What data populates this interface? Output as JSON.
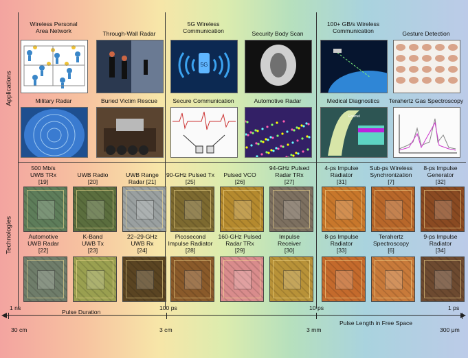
{
  "side_labels": {
    "applications": "Applications",
    "technologies": "Technologies"
  },
  "applications": {
    "row1": [
      {
        "id": "wpan",
        "text": "Wireless Personal\nArea Network",
        "bg": "#ffffff"
      },
      {
        "id": "through-wall",
        "text": "Through-Wall Radar",
        "bg": "#3b4d6b"
      },
      {
        "id": "5g",
        "text": "5G Wireless\nCommunication",
        "bg": "#0e2c55"
      },
      {
        "id": "body-scan",
        "text": "Security Body Scan",
        "bg": "#8a8a8a"
      },
      {
        "id": "wireless-100g",
        "text": "100+ GB/s Wireless\nCommunication",
        "bg": "#0b1f45"
      },
      {
        "id": "gesture",
        "text": "Gesture Detection",
        "bg": "#f4f1ec"
      }
    ],
    "row2": [
      {
        "id": "military",
        "text": "Military Radar",
        "bg": "#2e6ab1"
      },
      {
        "id": "victim",
        "text": "Buried Victim Rescue",
        "bg": "#6b5038"
      },
      {
        "id": "secure",
        "text": "Secure Communication",
        "bg": "#f7f7f7"
      },
      {
        "id": "automotive",
        "text": "Automotive Radar",
        "bg": "#6040a6"
      },
      {
        "id": "medical",
        "text": "Medical Diagnostics",
        "bg": "#3d6b6a"
      },
      {
        "id": "thz-gas",
        "text": "Terahertz Gas Spectroscopy",
        "bg": "#f7f7f7"
      }
    ]
  },
  "technologies": {
    "row1": [
      {
        "text": "500 Mb/s\nUWB TRx\n[19]",
        "color": "#5e7d5a"
      },
      {
        "text": "UWB Radio\n[20]",
        "color": "#5b6e3e"
      },
      {
        "text": "UWB Range\nRadar [21]",
        "color": "#9aa0a0"
      },
      {
        "text": "90-GHz Pulsed Tx\n[25]",
        "color": "#7d6a30"
      },
      {
        "text": "Pulsed VCO\n[26]",
        "color": "#b58a2e"
      },
      {
        "text": "94-GHz Pulsed\nRadar TRx\n[27]",
        "color": "#7d7060"
      },
      {
        "text": "4-ps Impulse\nRadiator\n[31]",
        "color": "#c8772b"
      },
      {
        "text": "Sub-ps Wireless\nSynchronization\n[7]",
        "color": "#b8672a"
      },
      {
        "text": "8-ps Impulse\nGenerator\n[32]",
        "color": "#8a4a22"
      }
    ],
    "row2": [
      {
        "text": "Automotive\nUWB Radar\n[22]",
        "color": "#6f7d6a"
      },
      {
        "text": "K-Band\nUWB Tx\n[23]",
        "color": "#9aa050"
      },
      {
        "text": "22–29-GHz\nUWB Rx\n[24]",
        "color": "#5a4422"
      },
      {
        "text": "Picosecond\nImpulse Radiator\n[28]",
        "color": "#8a5a2a"
      },
      {
        "text": "160-GHz Pulsed\nRadar TRx\n[29]",
        "color": "#d98c8c"
      },
      {
        "text": "Impulse\nReceiver\n[30]",
        "color": "#b89238"
      },
      {
        "text": "8-ps Impulse\nRadiator\n[33]",
        "color": "#c46a2c"
      },
      {
        "text": "Terahertz\nSpectroscopy\n[6]",
        "color": "#c87a3a"
      },
      {
        "text": "9-ps Impulse\nRadiator\n[34]",
        "color": "#6d4a30"
      }
    ]
  },
  "axis": {
    "pulse_duration_ticks": [
      "1 ns",
      "100 ps",
      "10 ps",
      "1 ps"
    ],
    "pulse_duration_label": "Pulse Duration",
    "free_space_ticks": [
      "30 cm",
      "3 cm",
      "3 mm",
      "300 μm"
    ],
    "free_space_label": "Pulse Length in Free Space"
  }
}
